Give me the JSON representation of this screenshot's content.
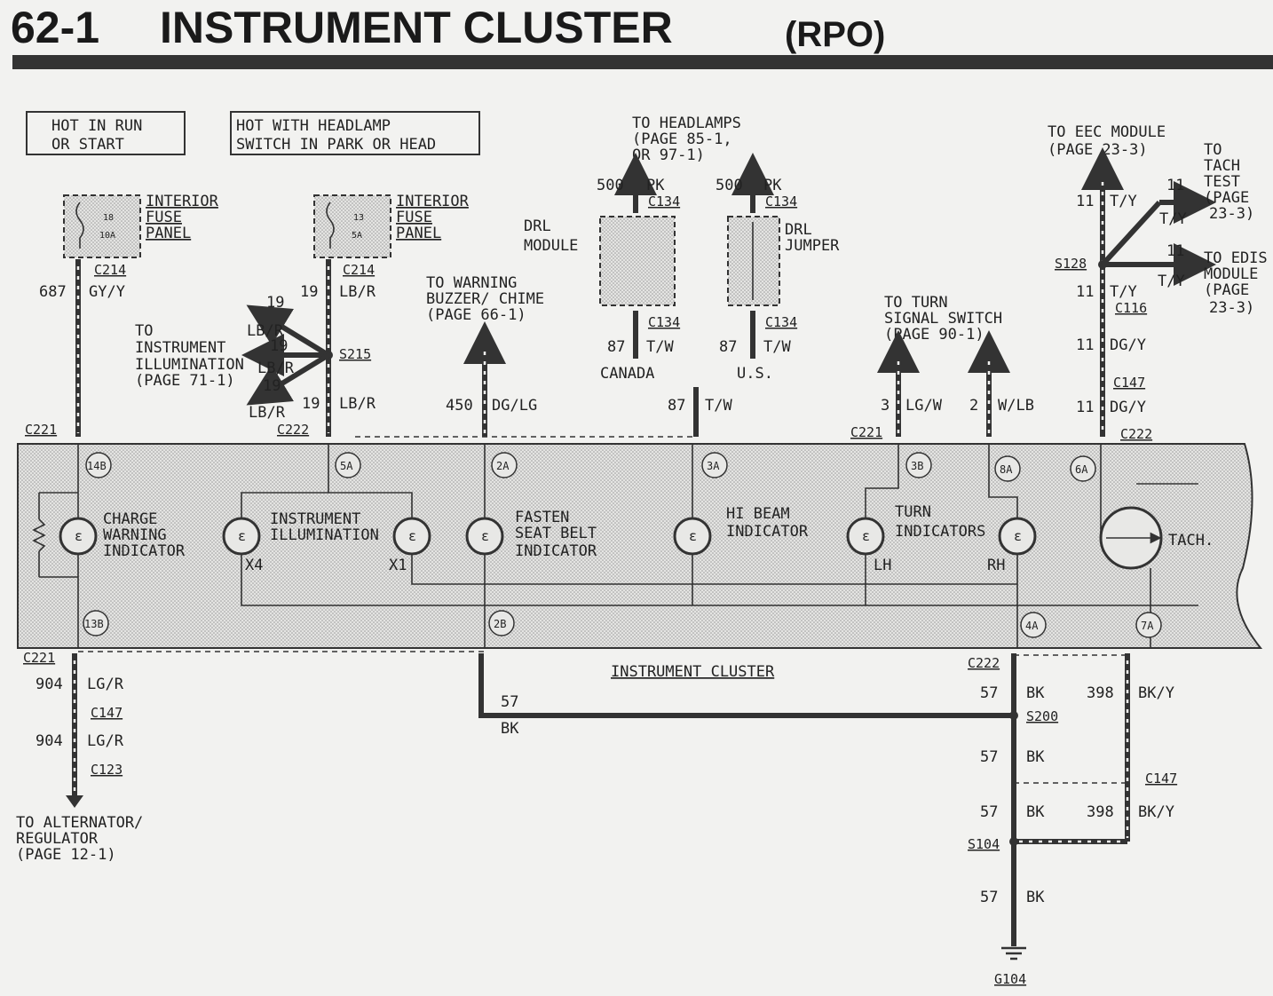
{
  "header": {
    "page_number": "62-1",
    "title": "INSTRUMENT CLUSTER",
    "rpo": "(RPO)"
  },
  "power_boxes": {
    "hot_in_run": [
      "HOT IN RUN",
      "OR START"
    ],
    "hot_with_headlamp": [
      "HOT WITH HEADLAMP",
      "SWITCH IN PARK OR HEAD"
    ]
  },
  "fuses": [
    {
      "number": "18",
      "rating": "10A",
      "label": [
        "INTERIOR",
        "FUSE",
        "PANEL"
      ],
      "connector": "C214"
    },
    {
      "number": "13",
      "rating": "5A",
      "label": [
        "INTERIOR",
        "FUSE",
        "PANEL"
      ],
      "connector": "C214"
    }
  ],
  "wires": {
    "w687": {
      "circuit": "687",
      "color": "GY/Y"
    },
    "w19": {
      "circuit": "19",
      "color": "LB/R"
    },
    "w450": {
      "circuit": "450",
      "color": "DG/LG"
    },
    "w500": {
      "circuit": "500",
      "color": "PK"
    },
    "w87": {
      "circuit": "87",
      "color": "T/W"
    },
    "w3": {
      "circuit": "3",
      "color": "LG/W"
    },
    "w2": {
      "circuit": "2",
      "color": "W/LB"
    },
    "w11_ty": {
      "circuit": "11",
      "color": "T/Y"
    },
    "w11_dgy": {
      "circuit": "11",
      "color": "DG/Y"
    },
    "w904": {
      "circuit": "904",
      "color": "LG/R"
    },
    "w57": {
      "circuit": "57",
      "color": "BK"
    },
    "w398": {
      "circuit": "398",
      "color": "BK/Y"
    }
  },
  "connectors": {
    "c214": "C214",
    "c221": "C221",
    "c222": "C222",
    "c134": "C134",
    "c116": "C116",
    "c147": "C147",
    "c123": "C123"
  },
  "splices": {
    "s215": "S215",
    "s128": "S128",
    "s200": "S200",
    "s104": "S104"
  },
  "ground": "G104",
  "destinations": {
    "instrument_illumination": [
      "TO",
      "INSTRUMENT",
      "ILLUMINATION",
      "(PAGE 71-1)"
    ],
    "warning_buzzer": [
      "TO WARNING",
      "BUZZER/ CHIME",
      "(PAGE 66-1)"
    ],
    "headlamps": [
      "TO HEADLAMPS",
      "(PAGE 85-1,",
      "OR 97-1)"
    ],
    "turn_signal": [
      "TO TURN",
      "SIGNAL SWITCH",
      "(PAGE 90-1)"
    ],
    "eec_module": [
      "TO EEC MODULE",
      "(PAGE 23-3)"
    ],
    "tach_test": [
      "TO",
      "TACH",
      "TEST",
      "(PAGE",
      "23-3)"
    ],
    "edis_module": [
      "TO EDIS",
      "MODULE",
      "(PAGE",
      "23-3)"
    ],
    "alternator": [
      "TO ALTERNATOR/",
      "REGULATOR",
      "(PAGE 12-1)"
    ]
  },
  "modules": {
    "drl_module": [
      "DRL",
      "MODULE"
    ],
    "drl_jumper": [
      "DRL",
      "JUMPER"
    ],
    "canada": "CANADA",
    "us": "U.S."
  },
  "cluster": {
    "label": "INSTRUMENT CLUSTER",
    "pins_top": [
      "14B",
      "5A",
      "2A",
      "3A",
      "3B",
      "8A",
      "6A"
    ],
    "pins_bottom": [
      "13B",
      "2B",
      "4A",
      "7A"
    ],
    "indicators": {
      "charge": [
        "CHARGE",
        "WARNING",
        "INDICATOR"
      ],
      "illumination": [
        "INSTRUMENT",
        "ILLUMINATION"
      ],
      "x4": "X4",
      "x1": "X1",
      "seat_belt": [
        "FASTEN",
        "SEAT BELT",
        "INDICATOR"
      ],
      "hi_beam": [
        "HI BEAM",
        "INDICATOR"
      ],
      "turn": [
        "TURN",
        "INDICATORS"
      ],
      "lh": "LH",
      "rh": "RH",
      "tach": "TACH."
    }
  }
}
